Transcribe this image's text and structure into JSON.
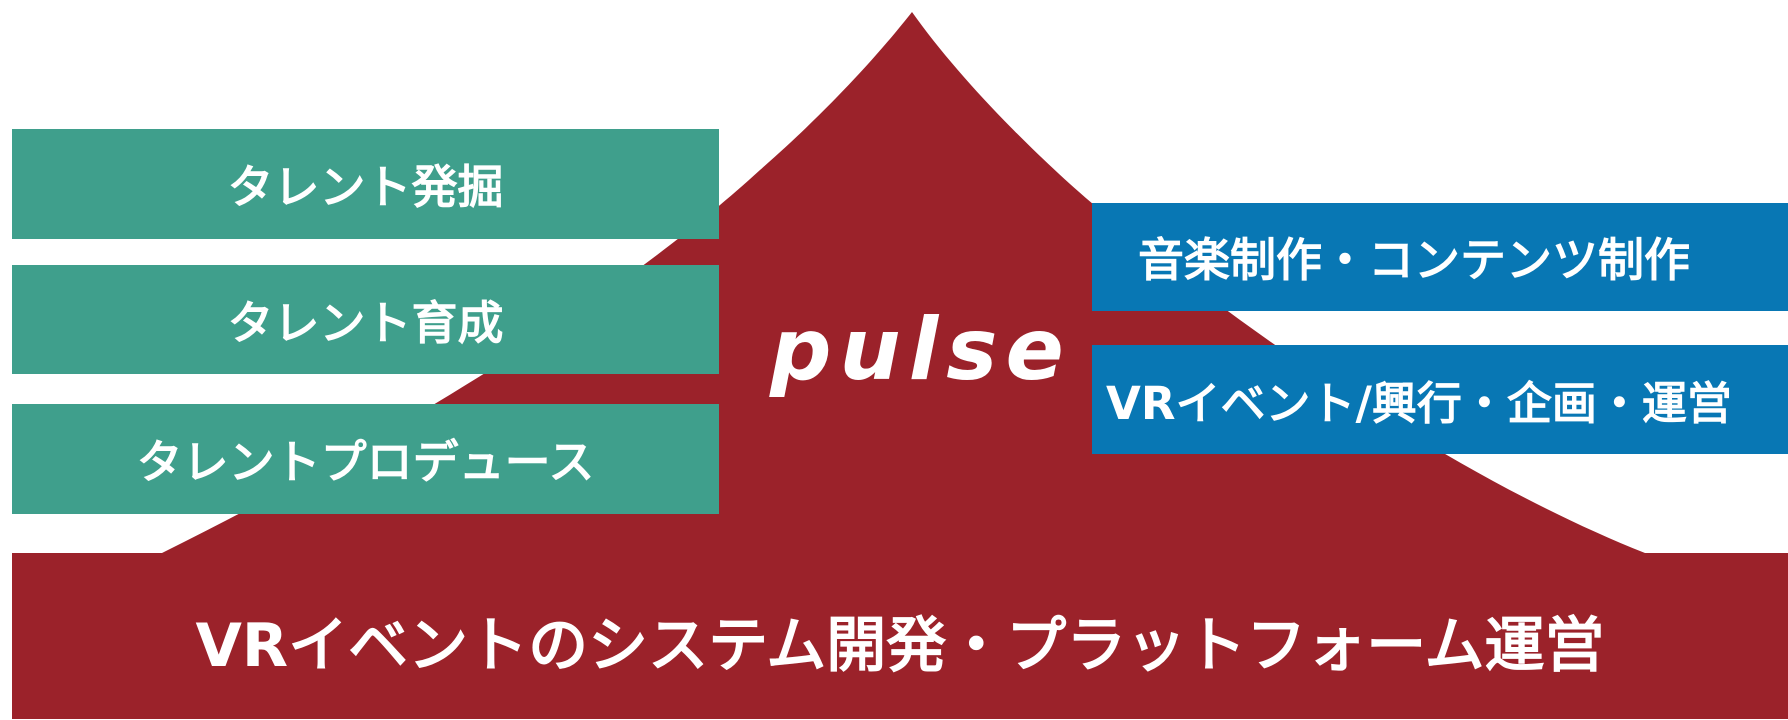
{
  "colors": {
    "mountain": "#9b222a",
    "green": "#3f9f8c",
    "blue": "#0877b4",
    "text": "#ffffff"
  },
  "brand": "pulse",
  "left_boxes": [
    "タレント発掘",
    "タレント育成",
    "タレントプロデュース"
  ],
  "right_boxes": [
    "音楽制作・コンテンツ制作",
    "VRイベント/興行・企画・運営"
  ],
  "base": "VRイベントのシステム開発・プラットフォーム運営"
}
